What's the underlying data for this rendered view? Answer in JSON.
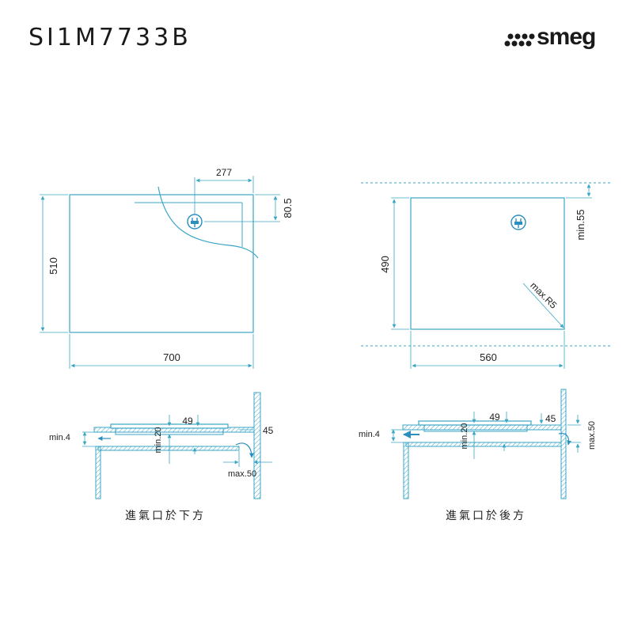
{
  "header": {
    "model": "SI1M7733B",
    "brand": "smeg"
  },
  "colors": {
    "outline": "#3aa6c4",
    "dimension": "#3aa6c4",
    "text": "#222222",
    "arrow": "#2a8fc0"
  },
  "icons": [
    "power-plug-icon",
    "power-plug-icon"
  ],
  "top_left": {
    "dim_plug_x": "277",
    "dim_plug_y": "80.5",
    "dim_depth": "510",
    "dim_width": "700"
  },
  "top_right": {
    "dim_depth": "490",
    "dim_width": "560",
    "dim_min_front": "min.55",
    "dim_radius": "max.R5"
  },
  "bottom_left": {
    "dim_min4": "min.4",
    "dim_49": "49",
    "dim_min20": "min.20",
    "dim_45": "45",
    "dim_max50": "max.50",
    "caption": "進氣口於下方"
  },
  "bottom_right": {
    "dim_min4": "min.4",
    "dim_49": "49",
    "dim_min20": "min.20",
    "dim_45": "45",
    "dim_max50": "max.50",
    "caption": "進氣口於後方"
  }
}
